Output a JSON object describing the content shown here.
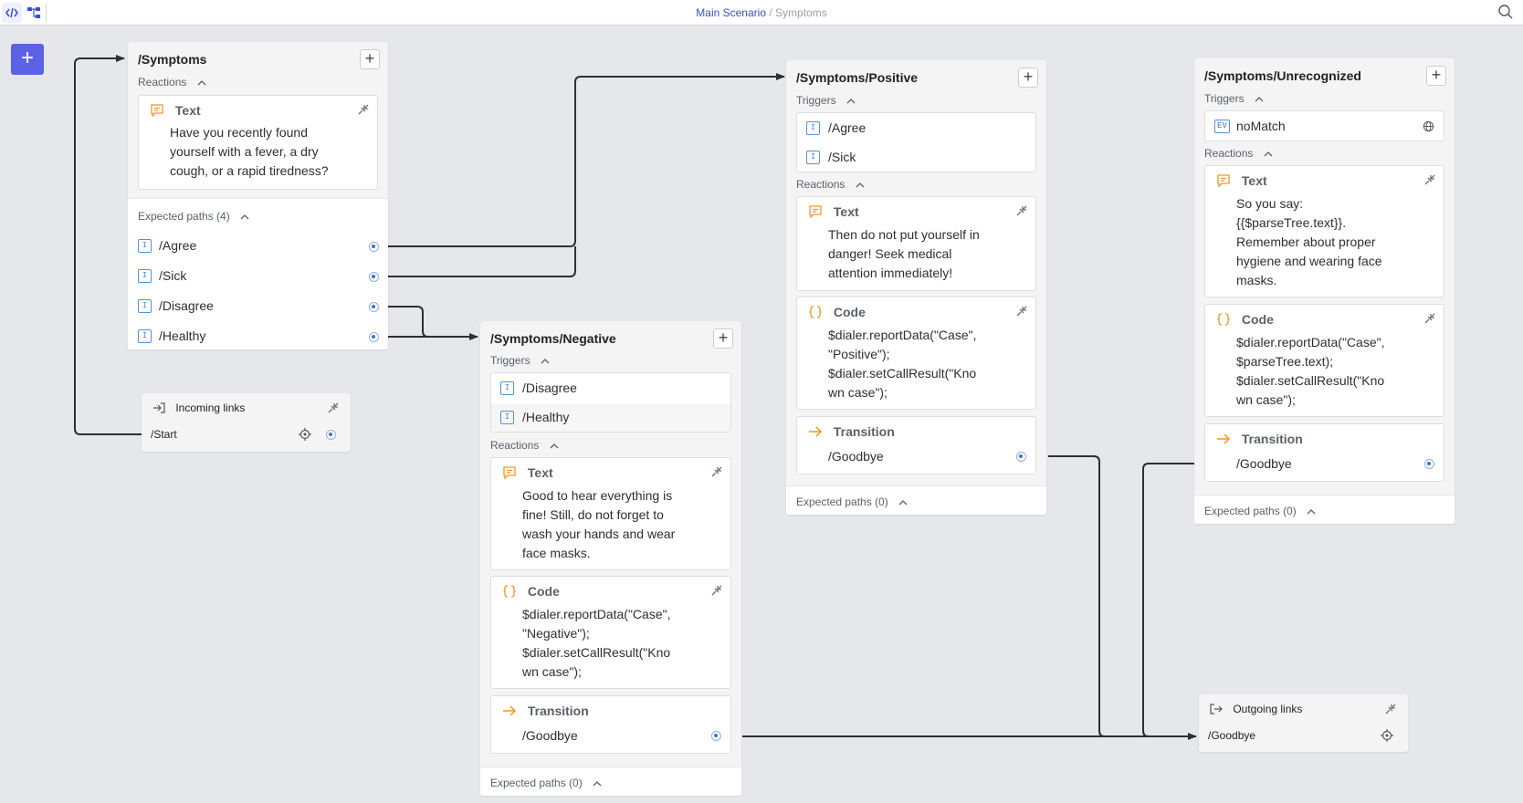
{
  "topbar": {
    "breadcrumb_root": "Main Scenario",
    "breadcrumb_sep": "/",
    "breadcrumb_current": "Symptoms"
  },
  "add_button": "+",
  "accent_color": "#5c61e6",
  "symptoms": {
    "title": "/Symptoms",
    "reactions_label": "Reactions",
    "text_head": "Text",
    "text_lines": [
      "Have you recently found",
      "yourself with a fever, a dry",
      "cough, or a rapid tiredness?"
    ],
    "expected_label": "Expected paths (4)",
    "paths": [
      "/Agree",
      "/Sick",
      "/Disagree",
      "/Healthy"
    ]
  },
  "incoming": {
    "title": "Incoming links",
    "item": "/Start"
  },
  "positive": {
    "title": "/Symptoms/Positive",
    "triggers_label": "Triggers",
    "triggers": [
      "/Agree",
      "/Sick"
    ],
    "reactions_label": "Reactions",
    "text_head": "Text",
    "text_lines": [
      "Then do not put yourself in",
      "danger! Seek medical",
      "attention immediately!"
    ],
    "code_head": "Code",
    "code_lines": [
      "$dialer.reportData(\"Case\",",
      "\"Positive\");",
      "$dialer.setCallResult(\"Kno",
      "wn case\");"
    ],
    "transition_head": "Transition",
    "transition_target": "/Goodbye",
    "expected_label": "Expected paths (0)"
  },
  "negative": {
    "title": "/Symptoms/Negative",
    "triggers_label": "Triggers",
    "triggers": [
      "/Disagree",
      "/Healthy"
    ],
    "reactions_label": "Reactions",
    "text_head": "Text",
    "text_lines": [
      "Good to hear everything is",
      "fine! Still, do not forget to",
      "wash your hands and wear",
      "face masks."
    ],
    "code_head": "Code",
    "code_lines": [
      "$dialer.reportData(\"Case\",",
      "\"Negative\");",
      "$dialer.setCallResult(\"Kno",
      "wn case\");"
    ],
    "transition_head": "Transition",
    "transition_target": "/Goodbye",
    "expected_label": "Expected paths (0)"
  },
  "unrecognized": {
    "title": "/Symptoms/Unrecognized",
    "triggers_label": "Triggers",
    "trigger_badge": "EV",
    "trigger": "noMatch",
    "reactions_label": "Reactions",
    "text_head": "Text",
    "text_lines": [
      "So you say:",
      "{{$parseTree.text}}.",
      "Remember about proper",
      "hygiene and wearing face",
      "masks."
    ],
    "code_head": "Code",
    "code_lines": [
      "$dialer.reportData(\"Case\",",
      "$parseTree.text);",
      "$dialer.setCallResult(\"Kno",
      "wn case\");"
    ],
    "transition_head": "Transition",
    "transition_target": "/Goodbye",
    "expected_label": "Expected paths (0)"
  },
  "outgoing": {
    "title": "Outgoing links",
    "item": "/Goodbye"
  }
}
